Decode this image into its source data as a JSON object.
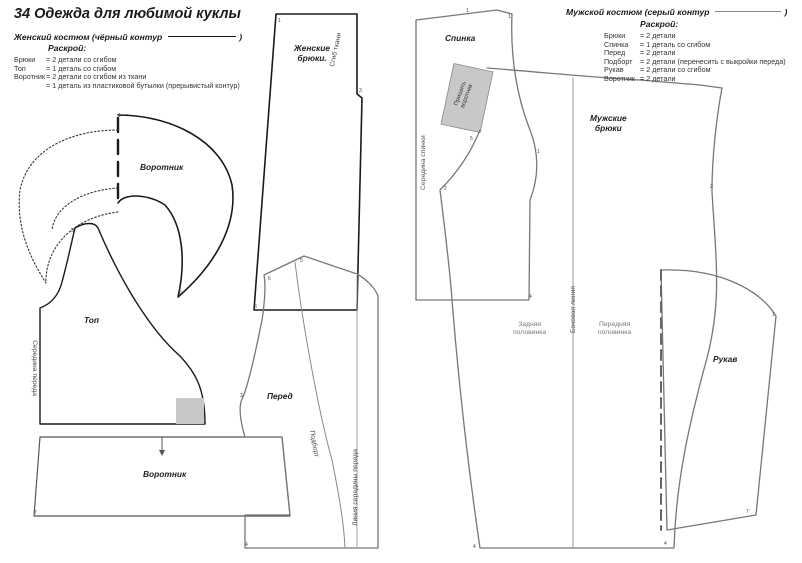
{
  "page_title": "34 Одежда для любимой куклы",
  "women": {
    "heading": "Женский костюм (чёрный контур",
    "heading_end": ")",
    "cut_heading": "Раскрой:",
    "items": [
      {
        "name": "Брюки",
        "value": "= 2 детали со сгибом"
      },
      {
        "name": "Топ",
        "value": "= 1 деталь со сгибом"
      },
      {
        "name": "Воротник",
        "value": "= 2 детали со сгибом из ткани"
      },
      {
        "name": "",
        "value": "= 1 деталь из пластиковой бутылки (прерывистый контур)"
      }
    ]
  },
  "men": {
    "heading": "Мужской костюм (серый контур",
    "heading_end": ")",
    "cut_heading": "Раскрой:",
    "items": [
      {
        "name": "Брюки",
        "value": "= 2 детали"
      },
      {
        "name": "Спинка",
        "value": "= 1 деталь со сгибом"
      },
      {
        "name": "Перед",
        "value": "= 2 детали"
      },
      {
        "name": "Подборт",
        "value": "= 2 детали (перенесить с выкройки переда)"
      },
      {
        "name": "Рукав",
        "value": "= 2 детали со сгибом"
      },
      {
        "name": "Воротник",
        "value": "= 2 детали"
      }
    ]
  },
  "labels": {
    "collar_top": "Воротник",
    "top": "Топ",
    "top_fold": "Середина переда",
    "collar_bottom": "Воротник",
    "women_trousers": "Женские\nбрюки.",
    "fold_fabric": "Сгиб ткани",
    "front": "Перед",
    "facing": "Подборт",
    "center_front_line": "Линия середины переда",
    "back": "Спинка",
    "back_middle": "Середина спинки",
    "collar_stitch": "Пришить\nворотник",
    "men_trousers": "Мужские\nбрюки",
    "side_line": "Боковая линия",
    "back_half": "Задняя\nполовинка",
    "front_half": "Передняя\nполовинка",
    "sleeve": "Рукав"
  },
  "colors": {
    "black_contour": "#1a1a1a",
    "grey_contour": "#8a8a8a",
    "fill_grey": "#c8c8c8"
  }
}
